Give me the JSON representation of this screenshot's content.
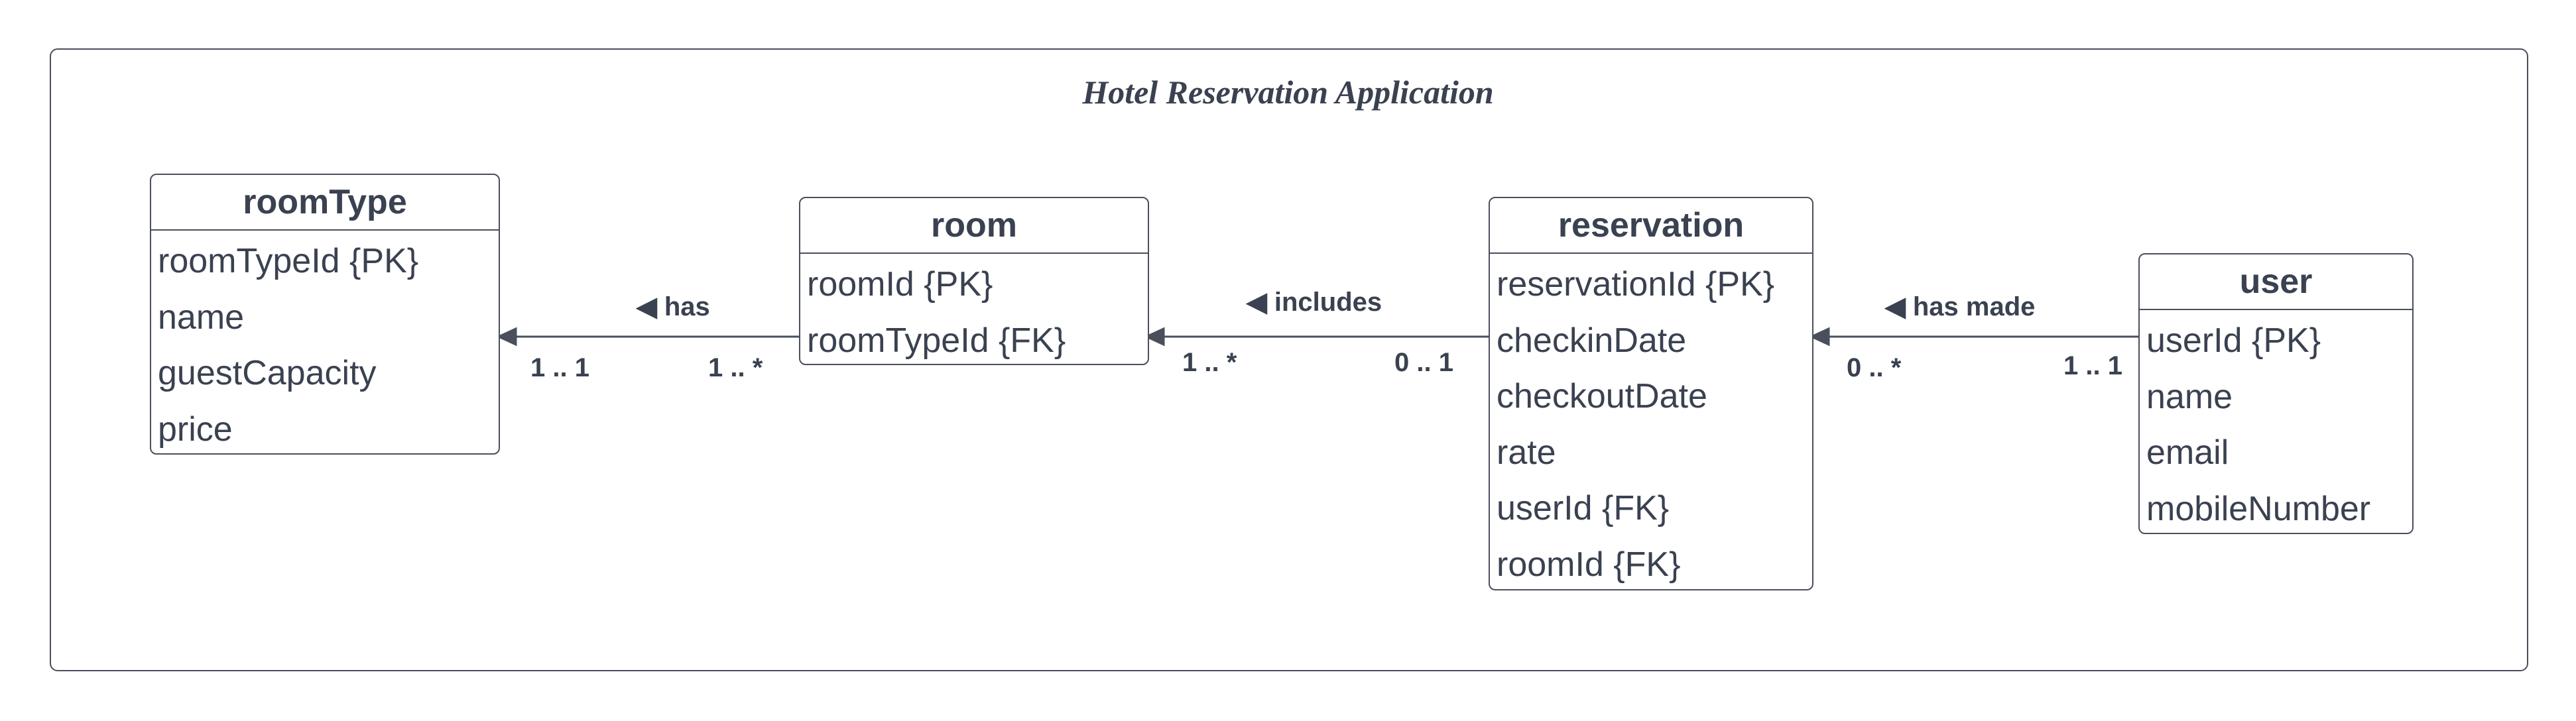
{
  "title": "Hotel Reservation Application",
  "colors": {
    "stroke": "#4a4f5c",
    "text": "#3a4150"
  },
  "entities": {
    "roomType": {
      "name": "roomType",
      "attributes": [
        "roomTypeId {PK}",
        "name",
        "guestCapacity",
        "price"
      ]
    },
    "room": {
      "name": "room",
      "attributes": [
        "roomId {PK}",
        "roomTypeId {FK}"
      ]
    },
    "reservation": {
      "name": "reservation",
      "attributes": [
        "reservationId {PK}",
        "checkinDate",
        "checkoutDate",
        "rate",
        "userId {FK}",
        "roomId {FK}"
      ]
    },
    "user": {
      "name": "user",
      "attributes": [
        "userId {PK}",
        "name",
        "email",
        "mobileNumber"
      ]
    }
  },
  "relationships": {
    "has": {
      "label": "◀ has",
      "from": "room",
      "to": "roomType",
      "to_multiplicity": "1 .. 1",
      "from_multiplicity": "1 .. *"
    },
    "includes": {
      "label": "◀ includes",
      "from": "reservation",
      "to": "room",
      "to_multiplicity": "1 .. *",
      "from_multiplicity": "0 .. 1"
    },
    "has_made": {
      "label": "◀ has made",
      "from": "user",
      "to": "reservation",
      "to_multiplicity": "0 .. *",
      "from_multiplicity": "1 .. 1"
    }
  }
}
